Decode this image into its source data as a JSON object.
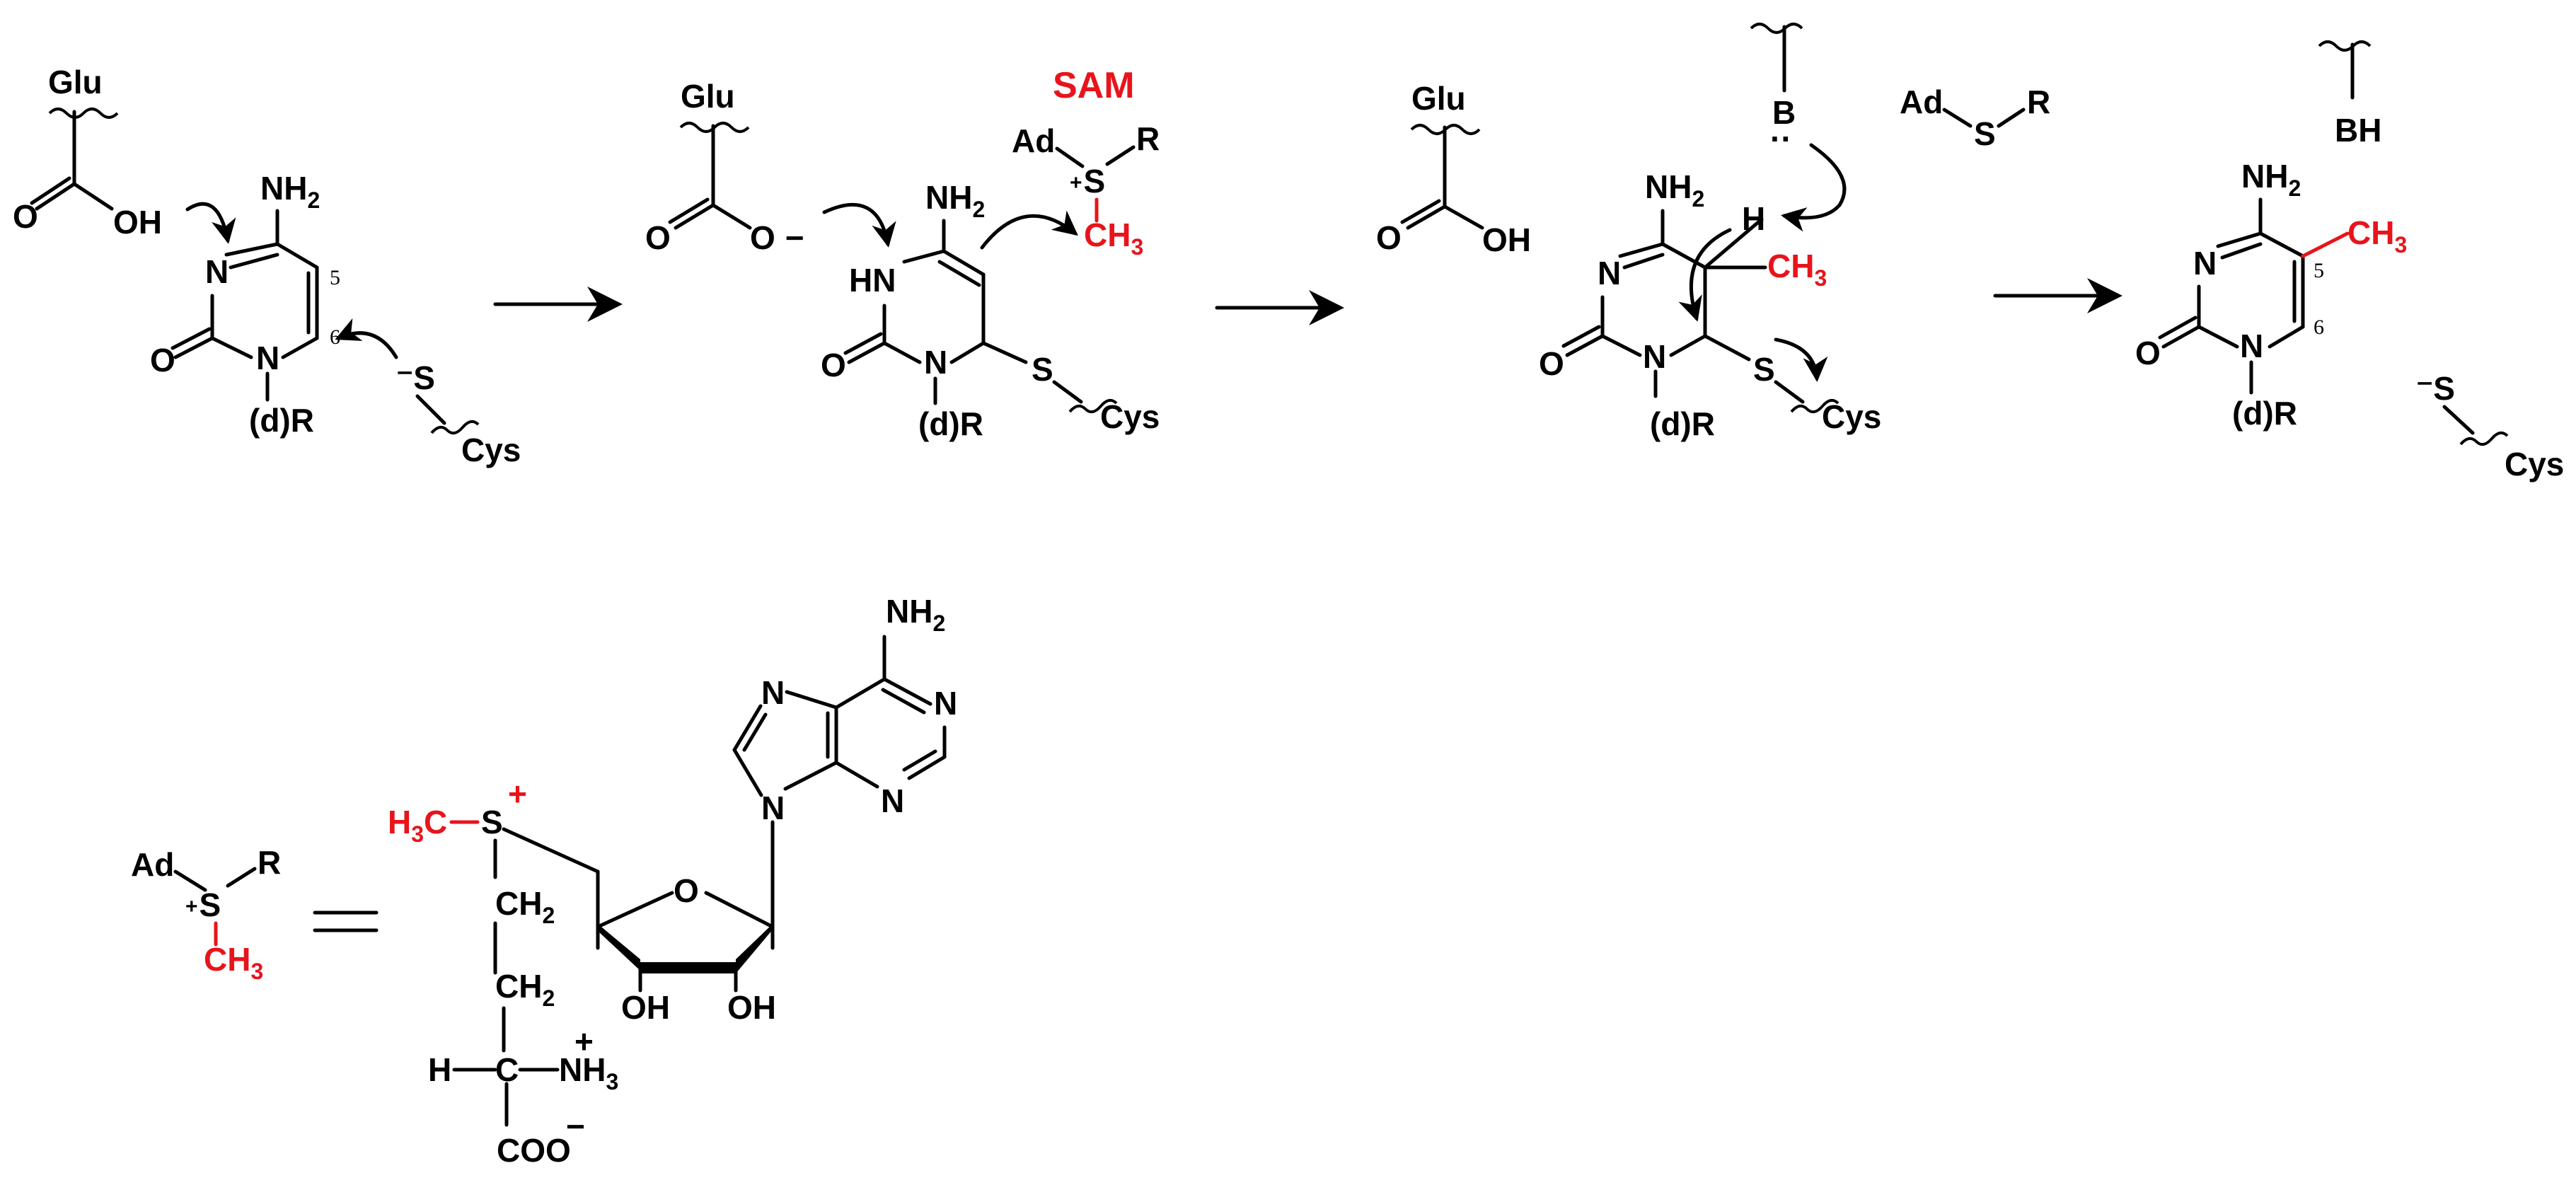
{
  "labels": {
    "glu": "Glu",
    "oh": "OH",
    "o": "O",
    "nh2": "NH2",
    "n": "N",
    "hn": "HN",
    "dR": "(d)R",
    "s": "S",
    "cys": "Cys",
    "sam": "SAM",
    "ad": "Ad",
    "r": "R",
    "ch3": "CH3",
    "b": "B",
    "bh": "BH",
    "h": "H",
    "h3c": "H3C",
    "ch2": "CH2",
    "nh3": "NH3",
    "coo": "COO",
    "five": "5",
    "six": "6"
  },
  "colors": {
    "methyl": "#e8141b",
    "bond": "#000000"
  }
}
